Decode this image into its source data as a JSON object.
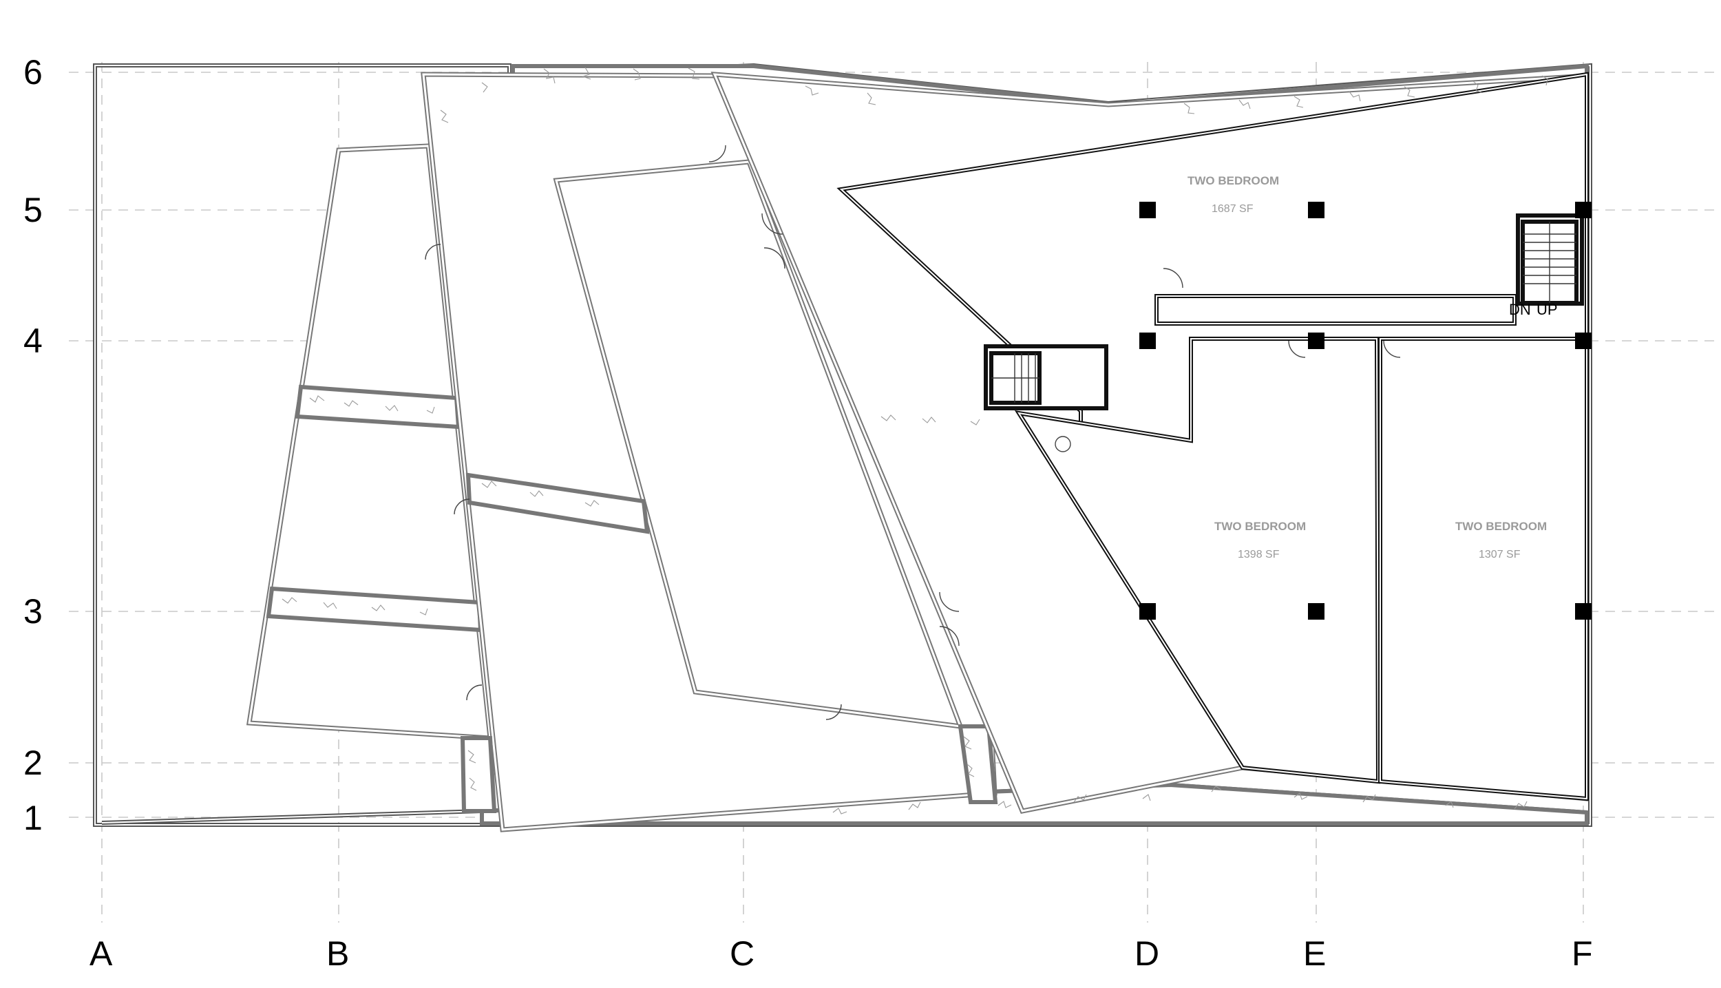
{
  "grid": {
    "columns": [
      "A",
      "B",
      "C",
      "D",
      "E",
      "F"
    ],
    "rows": [
      "6",
      "5",
      "4",
      "3",
      "2",
      "1"
    ]
  },
  "units": [
    {
      "name": "TWO BEDROOM",
      "area": "1687 SF"
    },
    {
      "name": "TWO BEDROOM",
      "area": "1398 SF"
    },
    {
      "name": "TWO BEDROOM",
      "area": "1307 SF"
    }
  ],
  "stair": {
    "down": "DN",
    "up": "UP"
  },
  "colors": {
    "wall": "#777777",
    "core_wall": "#111111",
    "grid": "#c8c8c8",
    "label": "#9a9a9a"
  }
}
